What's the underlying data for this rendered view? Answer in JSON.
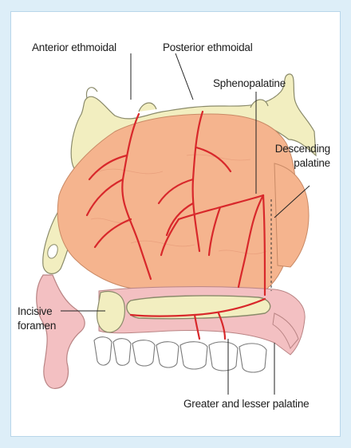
{
  "labels": {
    "anterior_ethmoidal": "Anterior ethmoidal",
    "posterior_ethmoidal": "Posterior ethmoidal",
    "sphenopalatine": "Sphenopalatine",
    "descending_line1": "Descending",
    "descending_line2": "palatine",
    "incisive_line1": "Incisive",
    "incisive_line2": "foramen",
    "greater_lesser_palatine": "Greater and lesser palatine"
  },
  "colors": {
    "frame": "#ddeef8",
    "bone": "#f2eec0",
    "bone_outline": "#8a8a6a",
    "mucosa": "#f5b48e",
    "palate_tissue": "#f3c0c2",
    "artery": "#d8282b",
    "leader_line": "#222222"
  }
}
